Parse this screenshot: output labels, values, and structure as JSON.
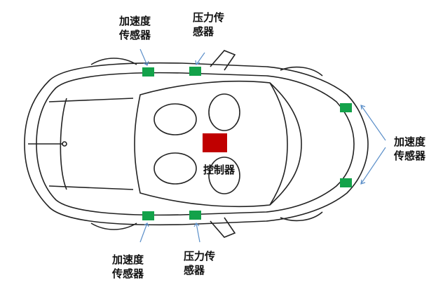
{
  "labels": {
    "accel_top": [
      "加速度",
      "传感器"
    ],
    "pressure_top": [
      "压力传",
      "感器"
    ],
    "accel_right": [
      "加速度",
      "传感器"
    ],
    "controller": "控制器",
    "accel_bottom": [
      "加速度",
      "传感器"
    ],
    "pressure_bottom": [
      "压力传",
      "感器"
    ]
  },
  "colors": {
    "sensor": "#13a24a",
    "controller": "#c00000",
    "arrow": "#5b8fc9",
    "outline": "#222222"
  }
}
